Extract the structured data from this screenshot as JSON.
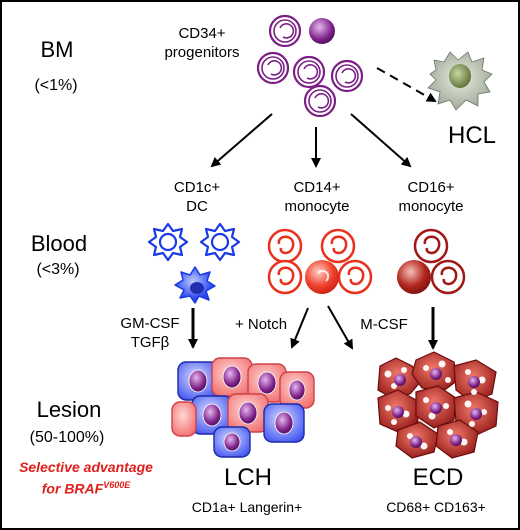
{
  "stages": {
    "bm": {
      "title": "BM",
      "pct": "(<1%)"
    },
    "blood": {
      "title": "Blood",
      "pct": "(<3%)"
    },
    "lesion": {
      "title": "Lesion",
      "pct": "(50-100%)"
    }
  },
  "progenitors": {
    "line1": "CD34+",
    "line2": "progenitors"
  },
  "hcl": {
    "label": "HCL"
  },
  "blood_cells": {
    "cd1c": {
      "line1": "CD1c+",
      "line2": "DC"
    },
    "cd14": {
      "line1": "CD14+",
      "line2": "monocyte"
    },
    "cd16": {
      "line1": "CD16+",
      "line2": "monocyte"
    }
  },
  "factors": {
    "gmcsf": "GM-CSF",
    "tgfb": "TGFβ",
    "notch": "+ Notch",
    "mcsf": "M-CSF"
  },
  "selective": {
    "line1": "Selective advantage",
    "line2_prefix": "for BRAF",
    "line2_sup": "V600E"
  },
  "lch": {
    "title": "LCH",
    "markers": "CD1a+ Langerin+"
  },
  "ecd": {
    "title": "ECD",
    "markers": "CD68+ CD163+"
  },
  "colors": {
    "progenitor": "#7b1f86",
    "dendritic": "#1a3ae8",
    "monocyte": "#e8321e",
    "cd16": "#a01818",
    "selective_text": "#e0201c"
  }
}
